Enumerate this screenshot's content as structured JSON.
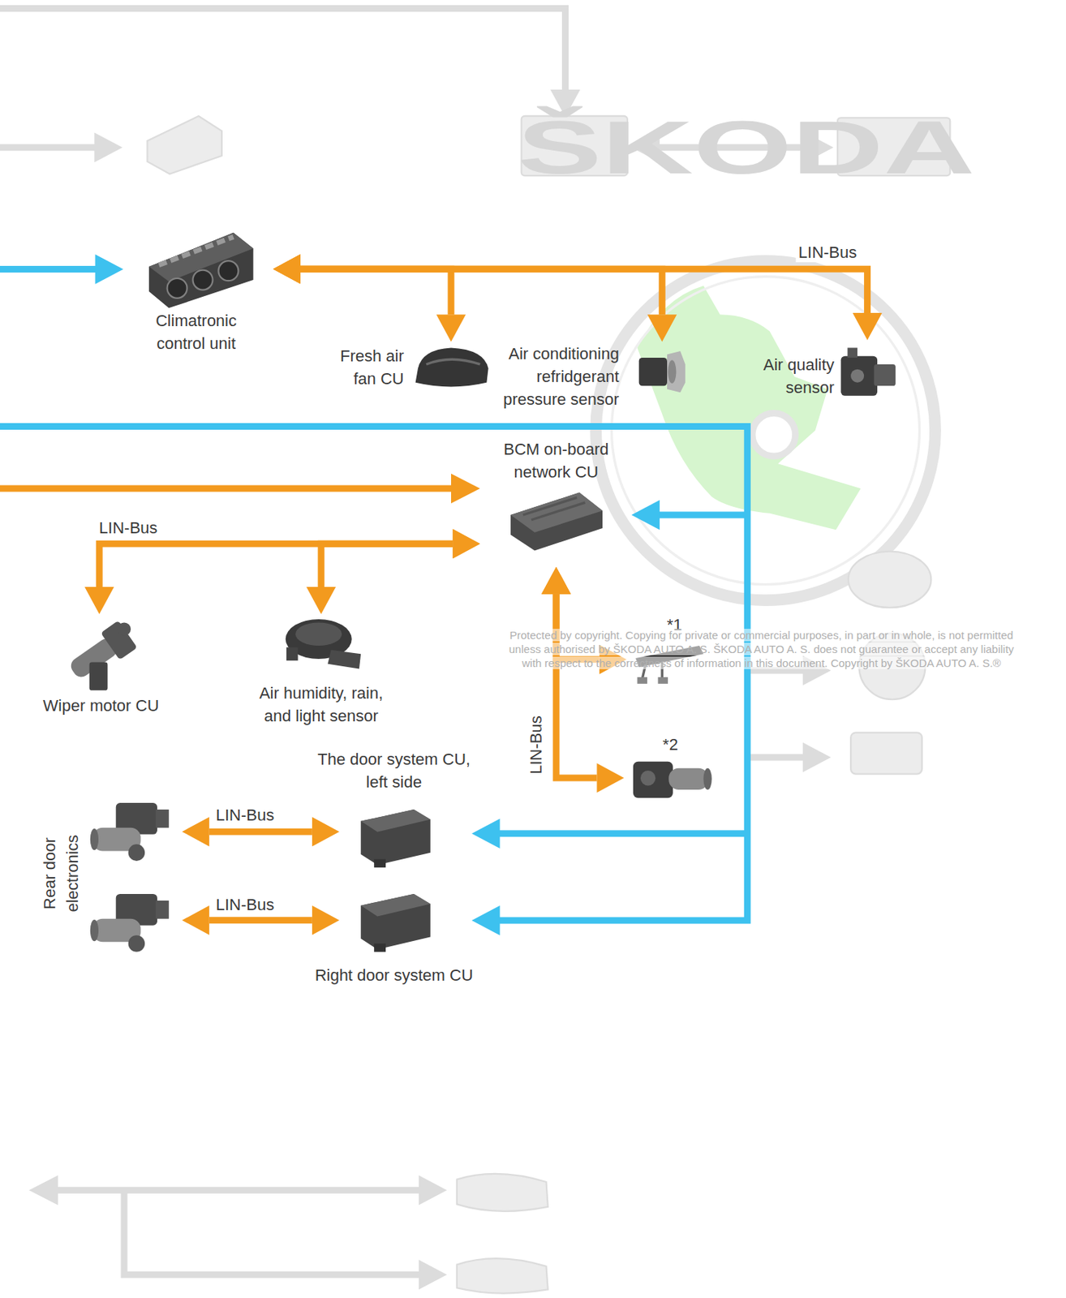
{
  "diagram": {
    "nodes": [
      {
        "text": [
          "Climatronic control unit"
        ]
      },
      {
        "text": [
          "Fresh air fan CU"
        ]
      },
      {
        "text": [
          "Air conditioning refridgerant pressure sensor"
        ]
      },
      {
        "text": [
          "Air quality sensor"
        ]
      },
      {
        "text": [
          "BCM on-board network CU"
        ]
      },
      {
        "text": [
          "Wiper motor CU"
        ]
      },
      {
        "text": [
          "Air humidity, rain, and light sensor"
        ]
      },
      {
        "text": [
          "*1"
        ]
      },
      {
        "text": [
          "*2"
        ]
      },
      {
        "text": [
          "The door system CU, left side"
        ]
      },
      {
        "text": [
          "Right door system CU"
        ]
      },
      {
        "text": [
          "Rear door electronics"
        ]
      }
    ],
    "edges": [
      {
        "from": 0,
        "to": 1,
        "arrow": "both"
      },
      {
        "from": 0,
        "to": 2,
        "arrow": "both"
      },
      {
        "from": 0,
        "to": 3,
        "arrow": "both",
        "label": "LIN-Bus"
      },
      {
        "from": 4,
        "to": 5,
        "arrow": "both",
        "label": "LIN-Bus"
      },
      {
        "from": 4,
        "to": 6,
        "arrow": "both"
      },
      {
        "from": 4,
        "to": 7,
        "arrow": "both"
      },
      {
        "from": 4,
        "to": 8,
        "arrow": "both",
        "label": "LIN-Bus"
      },
      {
        "from": 9,
        "to": 11,
        "arrow": "both",
        "label": "LIN-Bus"
      },
      {
        "from": 10,
        "to": 11,
        "arrow": "both",
        "label": "LIN-Bus"
      }
    ],
    "labels": [
      "ŠKODA",
      "Protected by copyright. Copying for private or commercial purposes, in part or in whole, is not permitted",
      "unless authorised by ŠKODA AUTO A. S. ŠKODA AUTO A. S. does not guarantee or accept any liability",
      "with respect to the correctness of information in this document. Copyright by ŠKODA AUTO A. S.®"
    ]
  }
}
